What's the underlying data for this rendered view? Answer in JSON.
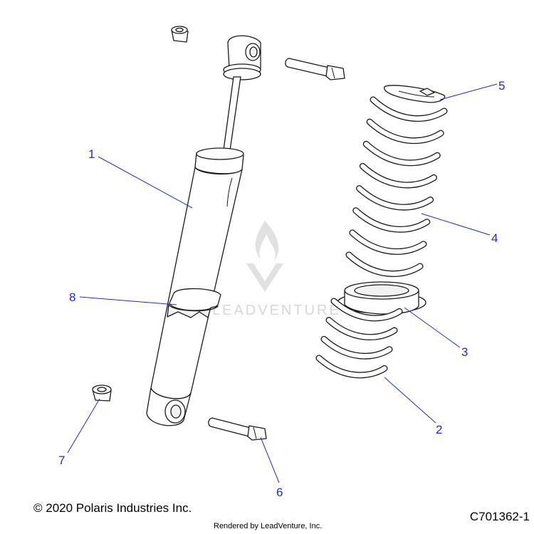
{
  "callouts": [
    "1",
    "2",
    "3",
    "4",
    "5",
    "6",
    "7",
    "8"
  ],
  "watermark": "LEADVENTURE",
  "footer": {
    "copyright": "© 2020 Polaris Industries Inc.",
    "drawing_id": "C701362-1",
    "rendered_by": "Rendered by LeadVenture, Inc."
  },
  "colors": {
    "callout": "#1f2bd1",
    "line": "#1a1a1a",
    "watermark": "#c9c9c9"
  }
}
